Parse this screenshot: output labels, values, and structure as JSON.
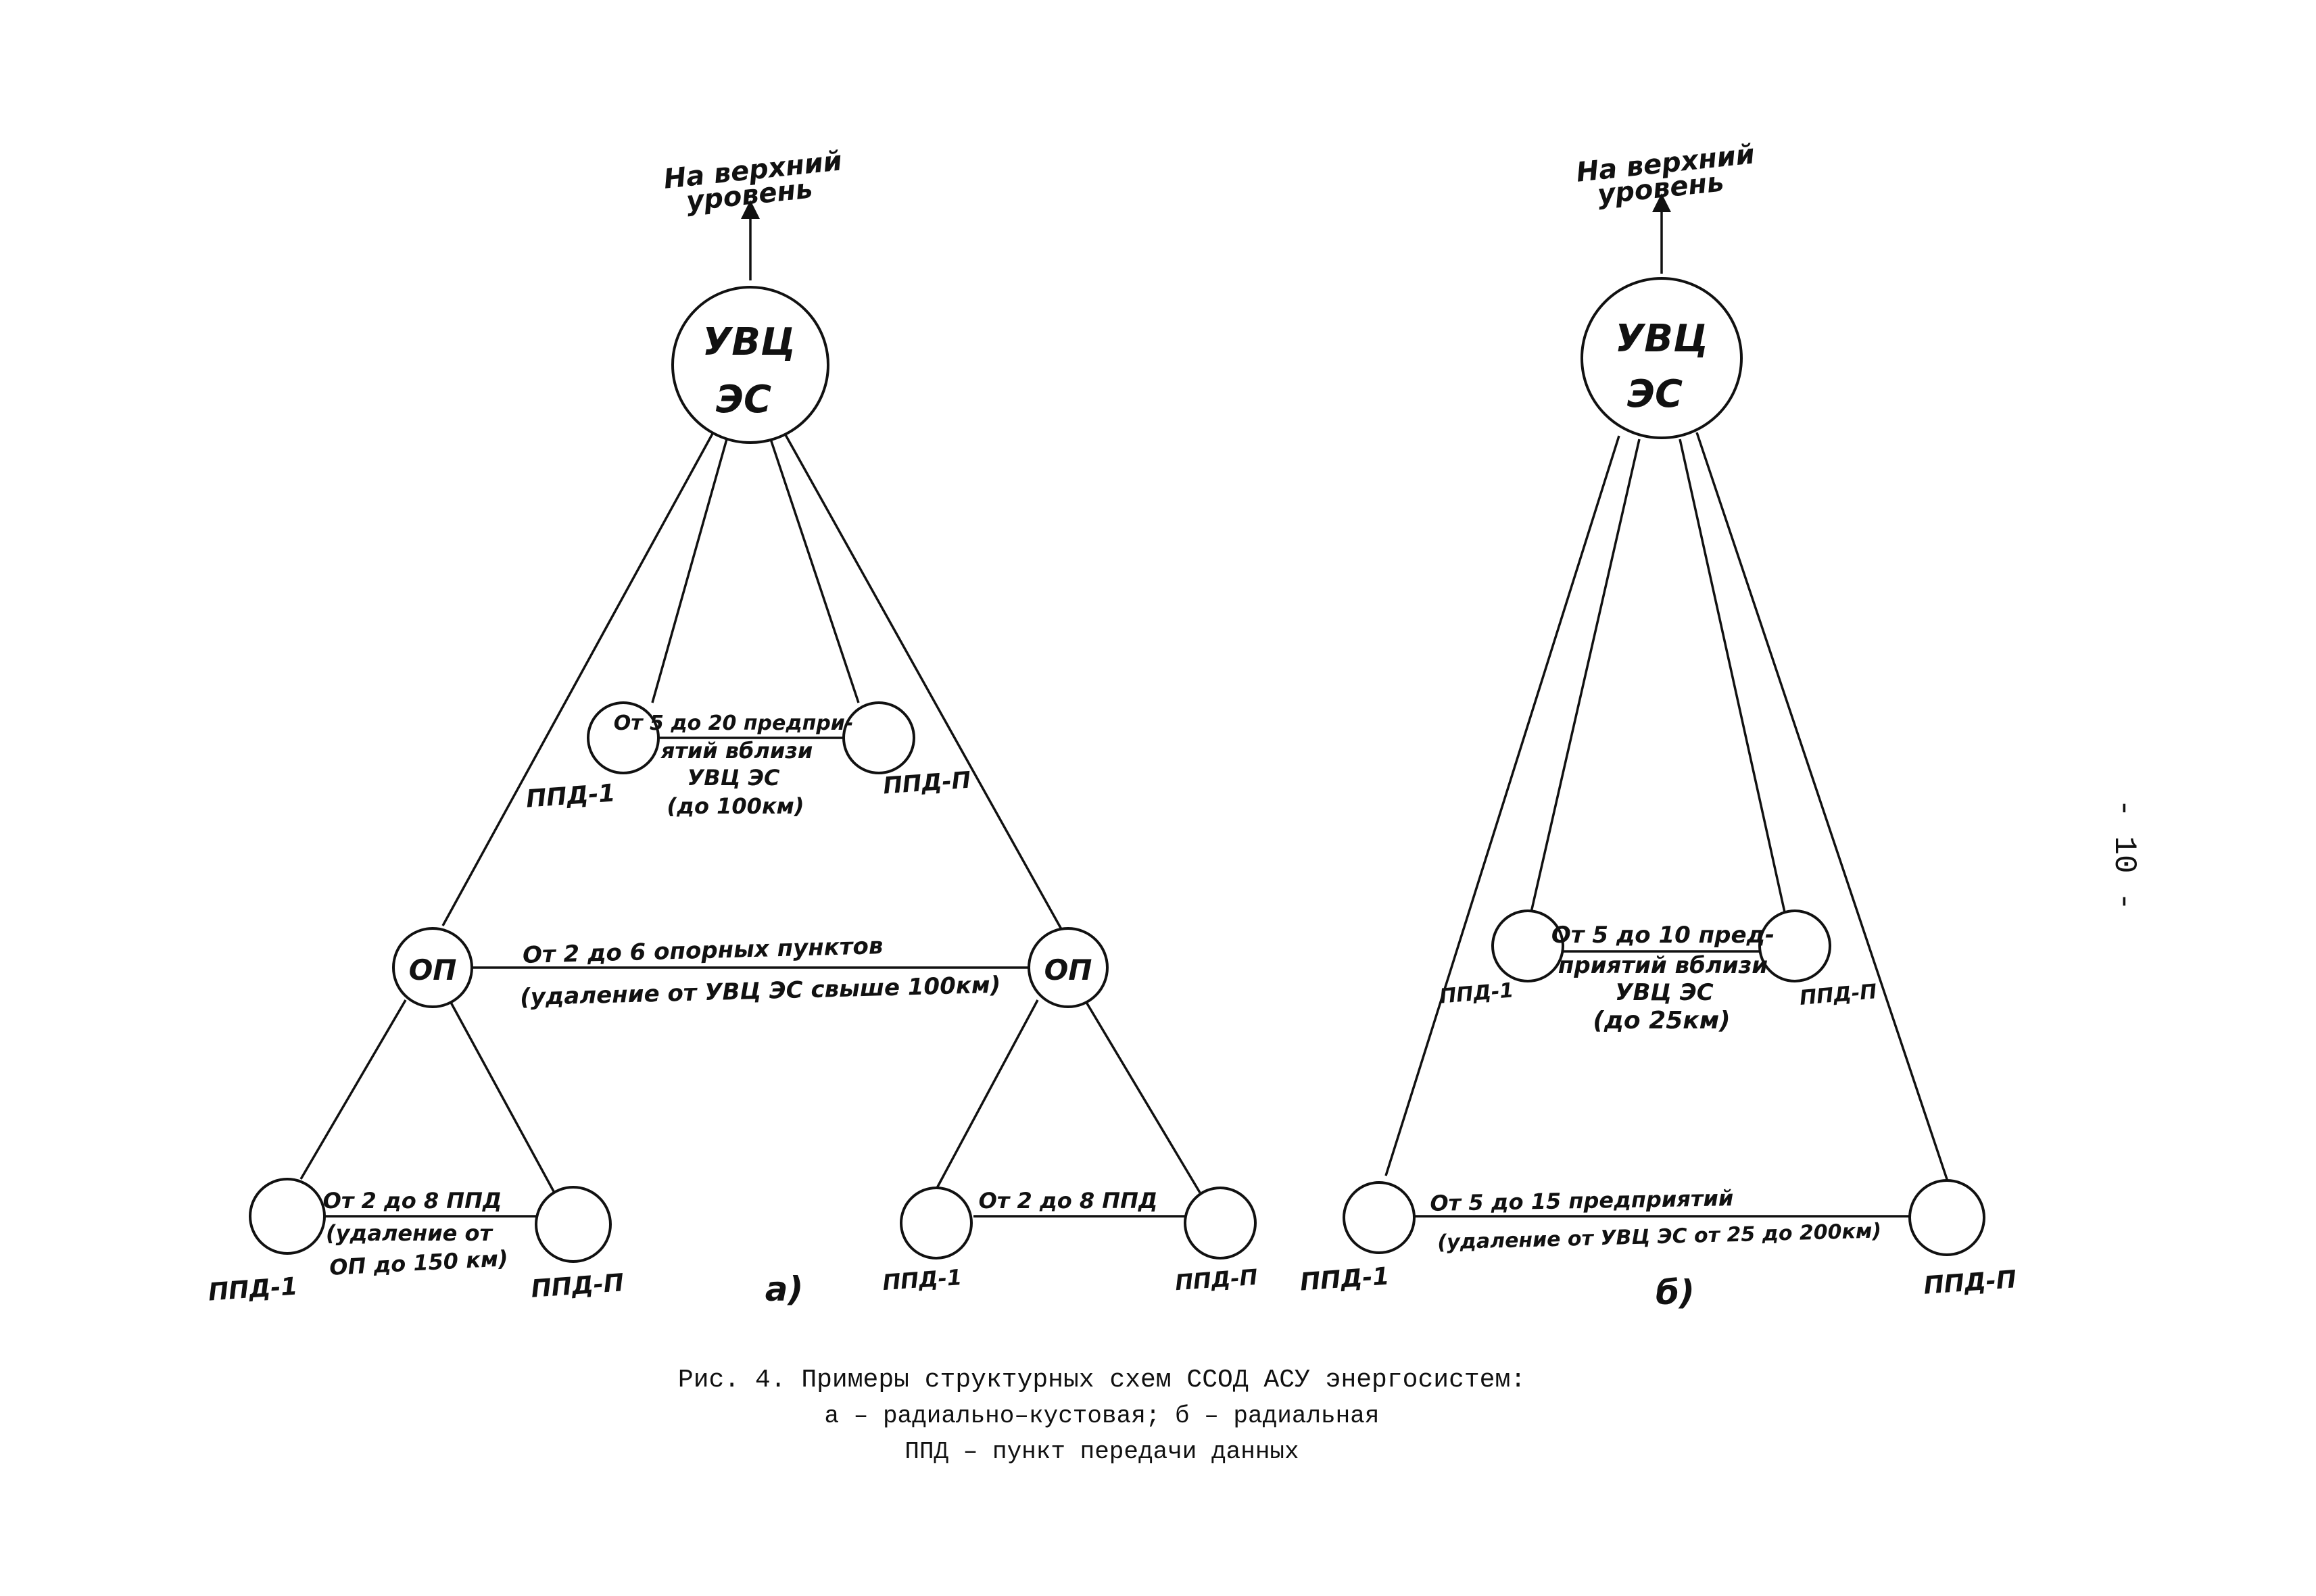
{
  "diagram_a": {
    "top_label_line1": "На верхний",
    "top_label_line2": "уровень",
    "root_line1": "УВЦ",
    "root_line2": "ЭС",
    "near_left_label": "ППД-1",
    "near_right_label": "ППД-П",
    "near_text_line1": "От 5 до 20 предпри-",
    "near_text_line2": "ятий вблизи",
    "near_text_line3": "УВЦ ЭС",
    "near_text_line4": "(до 100км)",
    "op_left": "ОП",
    "op_right": "ОП",
    "op_text_line1": "От 2 до 6 опорных пунктов",
    "op_text_line2": "(удаление от УВЦ ЭС свыше 100км)",
    "leaf_ll_label": "ППД-1",
    "leaf_lr_label": "ППД-П",
    "leaf_left_text_line1": "От 2 до 8 ППД",
    "leaf_left_text_line2": "(удаление от",
    "leaf_left_text_line3": "ОП до 150 км)",
    "leaf_rl_label": "ППД-1",
    "leaf_rr_label": "ППД-П",
    "leaf_right_text": "От 2 до 8 ППД",
    "panel_label": "а)"
  },
  "diagram_b": {
    "top_label_line1": "На верхний",
    "top_label_line2": "уровень",
    "root_line1": "УВЦ",
    "root_line2": "ЭС",
    "near_left_label": "ППД-1",
    "near_right_label": "ППД-П",
    "near_text_line1": "От 5 до 10 пред-",
    "near_text_line2": "приятий вблизи",
    "near_text_line3": "УВЦ ЭС",
    "near_text_line4": "(до 25км)",
    "far_left_label": "ППД-1",
    "far_right_label": "ППД-П",
    "far_text_line1": "От 5 до 15 предприятий",
    "far_text_line2": "(удаление от УВЦ ЭС от 25 до 200км)",
    "panel_label": "б)"
  },
  "page_number": "- 10 -",
  "caption": {
    "line1": "Рис. 4. Примеры структурных схем ССОД АСУ энергосистем:",
    "line2": "а – радиально–кустовая; б – радиальная",
    "line3": "ППД – пункт передачи данных"
  }
}
